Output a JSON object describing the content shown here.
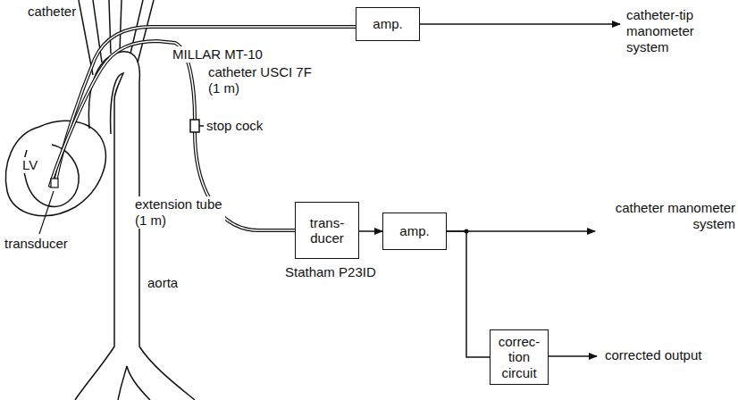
{
  "diagram": {
    "nodes": [
      {
        "text": [
          "amp."
        ]
      },
      {
        "text": [
          "trans- ducer"
        ]
      },
      {
        "text": [
          "amp."
        ]
      },
      {
        "text": [
          "correc- tion circuit"
        ]
      }
    ],
    "edges": [
      {
        "from": 1,
        "to": 2,
        "arrow": "to"
      },
      {
        "from": 2,
        "to": 3,
        "arrow": "none"
      }
    ],
    "labels": [
      "catheter",
      "MILLAR MT-10",
      "catheter USCI 7F (1 m)",
      "stop cock",
      "LV",
      "extension tube (1 m)",
      "transducer",
      "aorta",
      "Statham P23ID",
      "catheter-tip manometer system",
      "catheter manometer system",
      "corrected output"
    ]
  }
}
